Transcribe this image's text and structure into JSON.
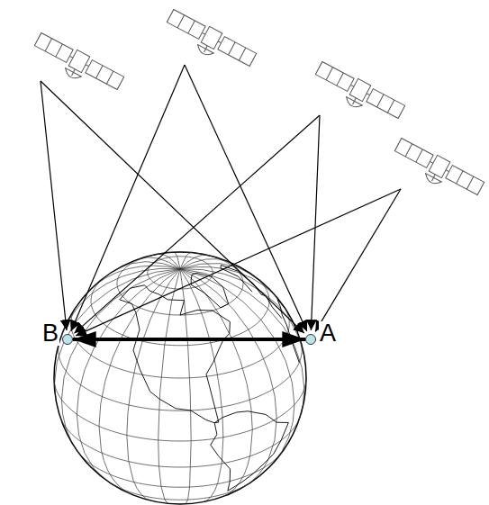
{
  "diagram": {
    "nodes": [
      {
        "text": [
          "B"
        ]
      },
      {
        "text": [
          "A"
        ]
      }
    ],
    "edges": [
      {
        "from": 0,
        "to": 1,
        "arrow": "both"
      }
    ]
  }
}
